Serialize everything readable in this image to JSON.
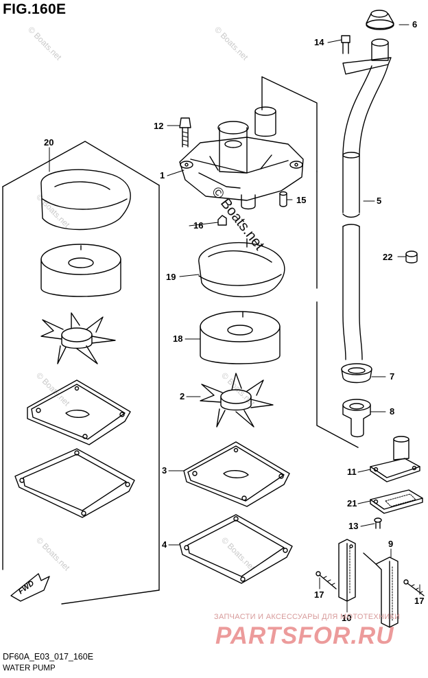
{
  "header": {
    "title": "FIG.160E"
  },
  "footer": {
    "model_code": "DF60A_E03_017_160E",
    "section_name": "WATER PUMP"
  },
  "watermarks": {
    "copyright": "© Boats.net",
    "shop_tagline": "ЗАПЧАСТИ И АКСЕССУАРЫ ДЛЯ МОТОТЕХНИКИ",
    "shop_brand": "PARTSFOR.RU"
  },
  "direction_badge": "FWD",
  "callouts": {
    "p1": "1",
    "p2": "2",
    "p3": "3",
    "p4": "4",
    "p5": "5",
    "p6": "6",
    "p7": "7",
    "p8": "8",
    "p9": "9",
    "p10": "10",
    "p11": "11",
    "p12": "12",
    "p13": "13",
    "p14": "14",
    "p15": "15",
    "p16": "16",
    "p17a": "17",
    "p17b": "17",
    "p18": "18",
    "p19": "19",
    "p20": "20",
    "p21": "21",
    "p22": "22"
  },
  "colors": {
    "line": "#000000",
    "brand_watermark": "#e05a5a",
    "light_watermark": "#c9c9c9"
  }
}
